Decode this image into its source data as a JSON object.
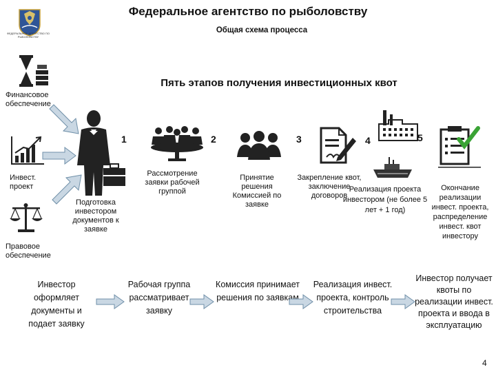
{
  "header": {
    "title": "Федеральное агентство по рыболовству",
    "subtitle": "Общая схема процесса",
    "emblem_caption": "ФЕДЕРАЛЬНОЕ АГЕНТСТВО ПО РЫБОЛОВСТВУ"
  },
  "main_title": "Пять этапов получения инвестиционных квот",
  "left_column": {
    "finance": "Финансовое обеспечение",
    "invest_project": "Инвест. проект",
    "legal": "Правовое обеспечение"
  },
  "stages": [
    {
      "num": "1",
      "label": "Подготовка инвестором документов к заявке"
    },
    {
      "num": "2",
      "label": "Рассмотрение заявки рабочей группой"
    },
    {
      "num": "3",
      "label": "Принятие решения Комиссией по заявке"
    },
    {
      "num": "4",
      "label": "Закрепление квот, заключение договоров",
      "label2": "Реализация проекта инвестором (не более 5 лет + 1 год)"
    },
    {
      "num": "5",
      "label": "Окончание реализации инвест. проекта, распределение инвест. квот инвестору"
    }
  ],
  "bottom_flow": [
    "Инвестор оформляет документы и подает заявку",
    "Рабочая группа рассматривает заявку",
    "Комиссия принимает решения по заявкам",
    "Реализация инвест. проекта, контроль строительства",
    "Инвестор получает квоты по реализации инвест. проекта и ввода в эксплуатацию"
  ],
  "page_number": "4",
  "colors": {
    "arrow_fill": "#c9d7e3",
    "arrow_stroke": "#6f8fa8",
    "check": "#3aa335",
    "emblem_blue": "#2f5597"
  }
}
